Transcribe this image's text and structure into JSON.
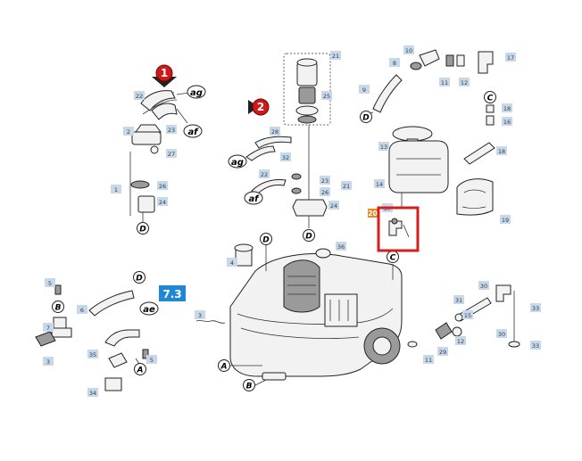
{
  "section_label": "7.3",
  "highlight_tag": "20",
  "step_markers": [
    "1",
    "2"
  ],
  "letter_refs": {
    "ag": "ag",
    "af": "af",
    "ae": "ae",
    "A": "A",
    "B": "B",
    "C": "C",
    "D": "D"
  },
  "part_numbers": [
    {
      "id": "p22a",
      "label": "22"
    },
    {
      "id": "p2",
      "label": "2"
    },
    {
      "id": "p23a",
      "label": "23"
    },
    {
      "id": "p27",
      "label": "27"
    },
    {
      "id": "p1",
      "label": "1"
    },
    {
      "id": "p26a",
      "label": "26"
    },
    {
      "id": "p24a",
      "label": "24"
    },
    {
      "id": "p21a",
      "label": "21"
    },
    {
      "id": "p25a",
      "label": "25"
    },
    {
      "id": "p28",
      "label": "28"
    },
    {
      "id": "p32",
      "label": "32"
    },
    {
      "id": "p22b",
      "label": "22"
    },
    {
      "id": "p21b",
      "label": "21"
    },
    {
      "id": "p23b",
      "label": "23"
    },
    {
      "id": "p26b",
      "label": "26"
    },
    {
      "id": "p24b",
      "label": "24"
    },
    {
      "id": "p10",
      "label": "10"
    },
    {
      "id": "p8",
      "label": "8"
    },
    {
      "id": "p11a",
      "label": "11"
    },
    {
      "id": "p12a",
      "label": "12"
    },
    {
      "id": "p17",
      "label": "17"
    },
    {
      "id": "p9",
      "label": "9"
    },
    {
      "id": "p18a",
      "label": "18"
    },
    {
      "id": "p16",
      "label": "16"
    },
    {
      "id": "p13",
      "label": "13"
    },
    {
      "id": "p18b",
      "label": "18"
    },
    {
      "id": "p14",
      "label": "14"
    },
    {
      "id": "p37",
      "label": "37"
    },
    {
      "id": "p19",
      "label": "19"
    },
    {
      "id": "p4",
      "label": "4"
    },
    {
      "id": "p36",
      "label": "36"
    },
    {
      "id": "p5a",
      "label": "5"
    },
    {
      "id": "p6",
      "label": "6"
    },
    {
      "id": "p7",
      "label": "7"
    },
    {
      "id": "p3a",
      "label": "3"
    },
    {
      "id": "p3b",
      "label": "3"
    },
    {
      "id": "p35",
      "label": "35"
    },
    {
      "id": "p5b",
      "label": "5"
    },
    {
      "id": "p34",
      "label": "34"
    },
    {
      "id": "p30a",
      "label": "30"
    },
    {
      "id": "p31",
      "label": "31"
    },
    {
      "id": "p33a",
      "label": "33"
    },
    {
      "id": "p30b",
      "label": "30"
    },
    {
      "id": "p12b",
      "label": "12"
    },
    {
      "id": "p15",
      "label": "15"
    },
    {
      "id": "p11b",
      "label": "11"
    },
    {
      "id": "p29",
      "label": "29"
    },
    {
      "id": "p33b",
      "label": "33"
    }
  ],
  "colors": {
    "label_bg": "#c9d8e6",
    "label_text": "#1f3f5f",
    "marker_red": "#d01818",
    "highlight": "#d21f1f",
    "section_bg": "#1e88d6",
    "tag_orange": "#e8891f"
  }
}
